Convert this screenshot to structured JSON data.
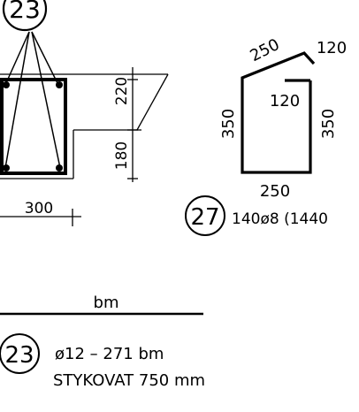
{
  "colors": {
    "line": "#000000",
    "background": "#ffffff"
  },
  "section": {
    "marker": "23",
    "dim_upper": "220",
    "dim_lower": "180",
    "dim_width": "300"
  },
  "stirrup": {
    "top_left_length": "250",
    "hook_length": "120",
    "inner_hook_length": "120",
    "left_height": "350",
    "right_height": "350",
    "bottom_length": "250",
    "marker": "27",
    "spec": "140ø8 (1440"
  },
  "summary": {
    "header": "bm",
    "marker": "23",
    "line1": "ø12 – 271 bm",
    "line2": "STYKOVAT 750 mm"
  }
}
